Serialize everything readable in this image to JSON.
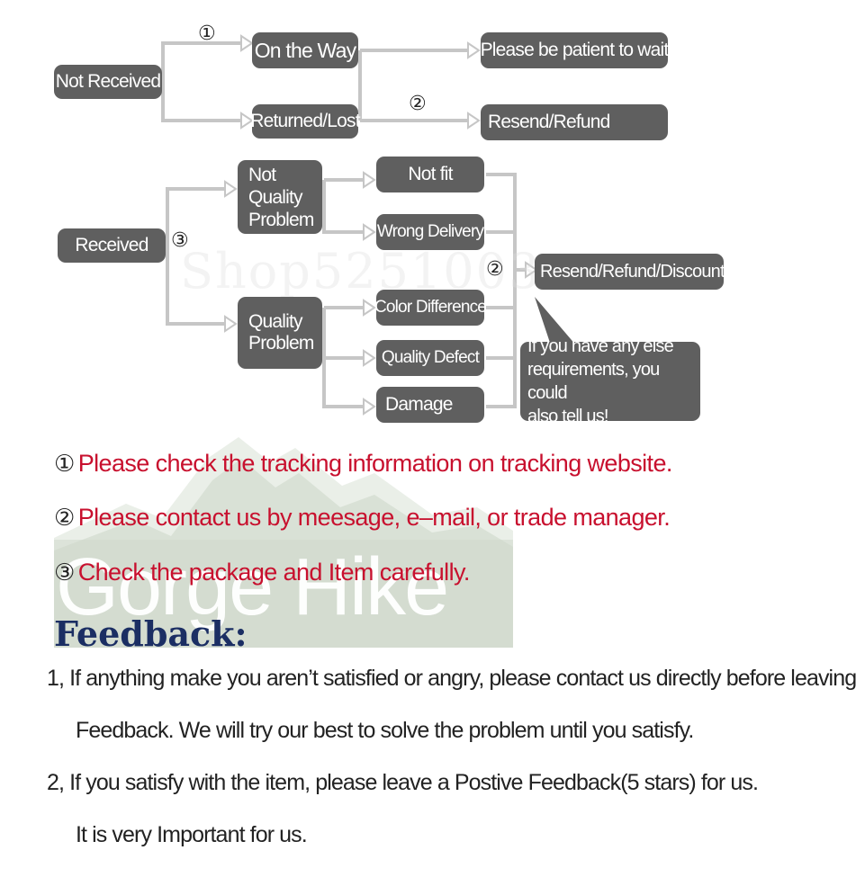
{
  "flow": {
    "not_received": "Not Received",
    "on_the_way": "On the Way",
    "returned_lost": "Returned/Lost",
    "please_wait": "Please be patient to wait",
    "resend_refund": "Resend/Refund",
    "received": "Received",
    "not_quality_1": "Not",
    "not_quality_2": "Quality",
    "not_quality_3": "Problem",
    "not_fit": "Not fit",
    "wrong_delivery": "Wrong Delivery",
    "quality_problem_1": "Quality",
    "quality_problem_2": "Problem",
    "color_difference": "Color Difference",
    "quality_defect": "Quality Defect",
    "damage": "Damage",
    "resend_refund_discount": "Resend/Refund/Discount",
    "bubble_1": "If you have any else",
    "bubble_2": "requirements, you could",
    "bubble_3": "also tell us!",
    "marker_1": "①",
    "marker_2a": "②",
    "marker_3": "③",
    "marker_2b": "②",
    "watermark": "Shop5251003"
  },
  "logo_text": "Gorge Hike",
  "notes": [
    {
      "num": "①",
      "text": "Please check the tracking information on tracking website."
    },
    {
      "num": "②",
      "text": "Please contact us by meesage, e–mail, or trade manager."
    },
    {
      "num": "③",
      "text": "Check the package and Item carefully."
    }
  ],
  "feedback": {
    "title": "Feedback:",
    "line1": "1, If anything make you aren’t satisfied or angry, please contact us directly before leaving",
    "line2": "Feedback. We will try our best to solve the problem until you satisfy.",
    "line3": "2, If you satisfy with the item, please leave a Postive Feedback(5 stars) for us.",
    "line4": "It is very Important for us."
  },
  "colors": {
    "box": "#5f5f5f",
    "note_text": "#c8102e",
    "feedback_title": "#1b2e63",
    "arrow": "#c9c9c9"
  }
}
